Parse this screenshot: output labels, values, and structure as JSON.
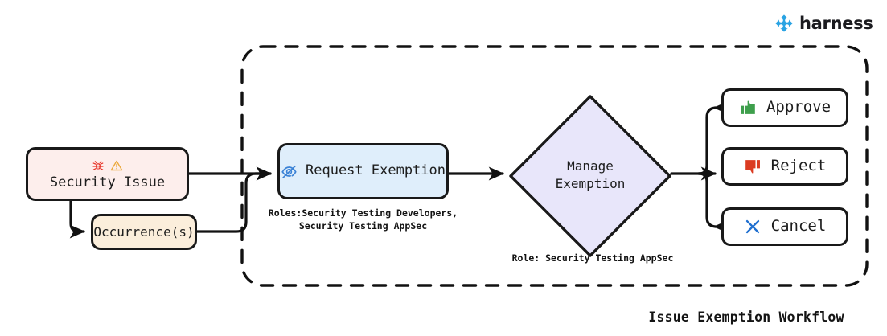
{
  "brand": {
    "name": "harness",
    "logo_icon": "harness-diamond-logo-icon",
    "accent_color": "#29A3E3"
  },
  "diagram": {
    "title": "Issue Exemption Workflow",
    "boundary": {
      "style": "dashed",
      "color": "#111111"
    },
    "nodes": {
      "security_issue": {
        "label": "Security Issue",
        "icons": [
          "bug-icon",
          "warning-triangle-icon"
        ],
        "fill": "#FDEEEC",
        "stroke": "#191919"
      },
      "occurrences": {
        "label": "Occurrence(s)",
        "fill": "#FBEEDB",
        "stroke": "#191919"
      },
      "request_exemption": {
        "label": "Request Exemption",
        "icon": "eye-off-icon",
        "icon_color": "#3B82D6",
        "fill": "#DFEEFB",
        "stroke": "#191919",
        "caption": "Roles:Security Testing Developers,\nSecurity Testing AppSec"
      },
      "manage_exemption": {
        "label_line1": "Manage",
        "label_line2": "Exemption",
        "shape": "diamond",
        "fill": "#E8E6FA",
        "stroke": "#191919",
        "caption": "Role: Security Testing AppSec"
      },
      "approve": {
        "label": "Approve",
        "icon": "thumbs-up-icon",
        "icon_color": "#3E9F4C",
        "fill": "#FFFFFF",
        "stroke": "#191919"
      },
      "reject": {
        "label": "Reject",
        "icon": "thumbs-down-icon",
        "icon_color": "#DB3B21",
        "fill": "#FFFFFF",
        "stroke": "#191919"
      },
      "cancel": {
        "label": "Cancel",
        "icon": "close-x-icon",
        "icon_color": "#1F6FD0",
        "fill": "#FFFFFF",
        "stroke": "#191919"
      }
    },
    "edges": [
      {
        "from": "security_issue",
        "to": "request_exemption"
      },
      {
        "from": "security_issue",
        "to": "occurrences"
      },
      {
        "from": "occurrences",
        "to": "request_exemption"
      },
      {
        "from": "request_exemption",
        "to": "manage_exemption"
      },
      {
        "from": "manage_exemption",
        "to": "approve"
      },
      {
        "from": "manage_exemption",
        "to": "reject"
      },
      {
        "from": "manage_exemption",
        "to": "cancel"
      }
    ]
  }
}
